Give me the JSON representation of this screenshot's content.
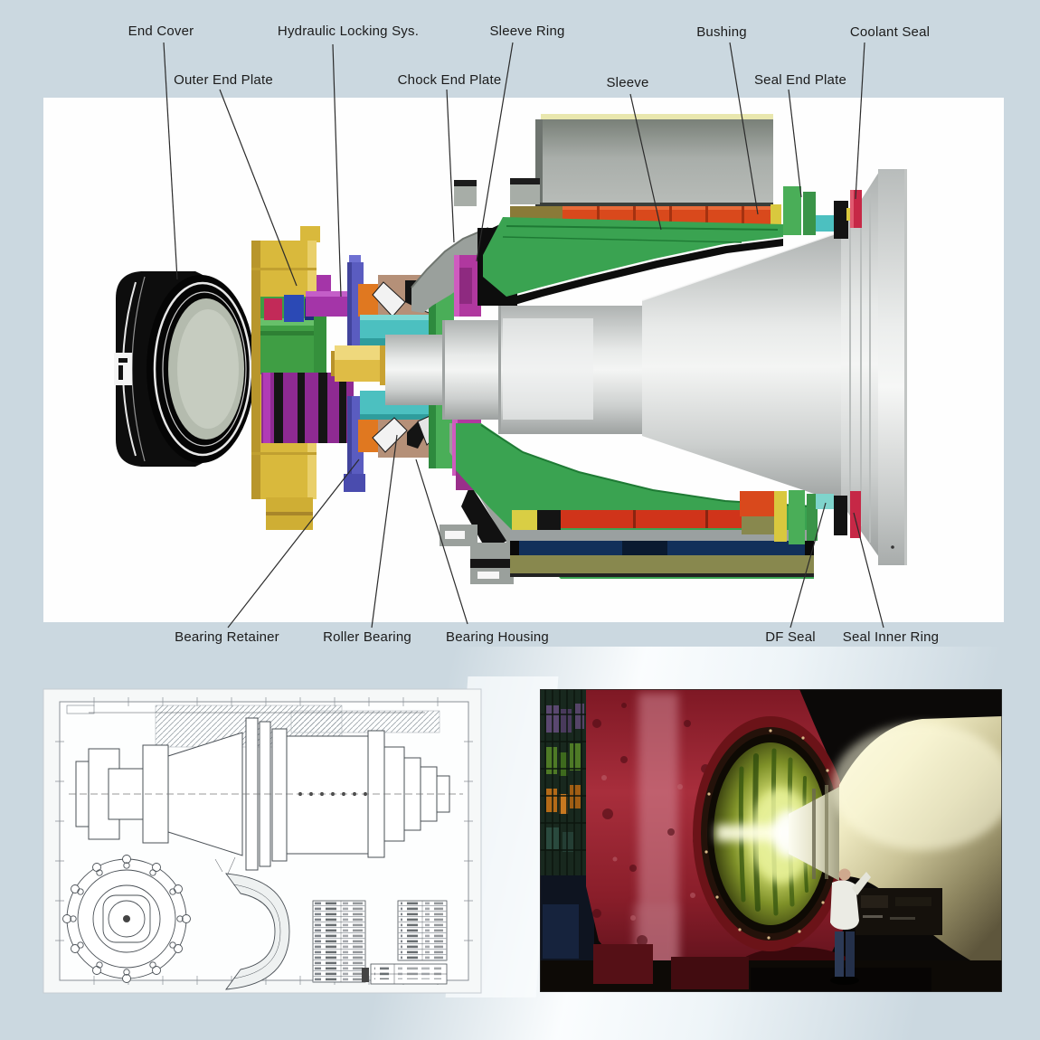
{
  "page": {
    "background_color": "#cbd8e0",
    "panel_color": "#ffffff"
  },
  "main_diagram": {
    "type": "cross-section-assembly-diagram",
    "labels": [
      {
        "id": "end-cover",
        "text": "End Cover"
      },
      {
        "id": "hydraulic-locking-sys",
        "text": "Hydraulic Locking Sys."
      },
      {
        "id": "sleeve-ring",
        "text": "Sleeve Ring"
      },
      {
        "id": "bushing",
        "text": "Bushing"
      },
      {
        "id": "coolant-seal",
        "text": "Coolant Seal"
      },
      {
        "id": "outer-end-plate",
        "text": "Outer End Plate"
      },
      {
        "id": "chock-end-plate",
        "text": "Chock End Plate"
      },
      {
        "id": "sleeve",
        "text": "Sleeve"
      },
      {
        "id": "seal-end-plate",
        "text": "Seal End Plate"
      },
      {
        "id": "bearing-retainer",
        "text": "Bearing Retainer"
      },
      {
        "id": "roller-bearing",
        "text": "Roller Bearing"
      },
      {
        "id": "bearing-housing",
        "text": "Bearing Housing"
      },
      {
        "id": "df-seal",
        "text": "DF Seal"
      },
      {
        "id": "seal-inner-ring",
        "text": "Seal Inner Ring"
      }
    ],
    "part_colors": {
      "end_cover": "#0d0d0d",
      "outer_end_plate": "#d9b93c",
      "hydraulic_locking": "#5a5cc0",
      "sleeve": "#3aa351",
      "sleeve_ring": "#b0389f",
      "bushing": "#d9491c",
      "roller_bearing_cage": "#4cc0c0",
      "chock": "#9aa09c",
      "roll_neck": "#dcdedd",
      "coolant_seal": "#c62846",
      "magenta_slabs": "#8e2a92",
      "olive_strip": "#88884e"
    }
  },
  "bottom_left_panel": {
    "type": "engineering-blueprint-drawing"
  },
  "bottom_right_panel": {
    "type": "rolling-mill-photograph"
  }
}
